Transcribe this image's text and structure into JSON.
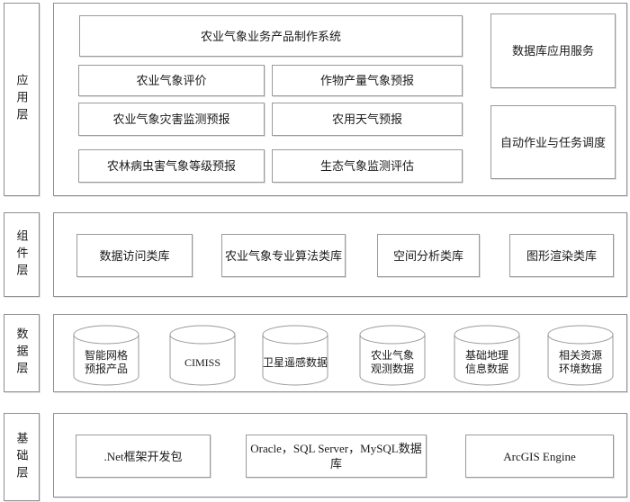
{
  "diagram": {
    "application_layer": {
      "label": "应用层",
      "title_box": "农业气象业务产品制作系统",
      "modules": [
        "农业气象评价",
        "作物产量气象预报",
        "农业气象灾害监测预报",
        "农用天气预报",
        "农林病虫害气象等级预报",
        "生态气象监测评估"
      ],
      "services": [
        "数据库应用服务",
        "自动作业与任务调度"
      ]
    },
    "component_layer": {
      "label": "组件层",
      "libraries": [
        "数据访问类库",
        "农业气象专业算法类库",
        "空间分析类库",
        "图形渲染类库"
      ]
    },
    "data_layer": {
      "label": "数据层",
      "databases": [
        {
          "lines": [
            "智能网格",
            "预报产品"
          ]
        },
        {
          "lines": [
            "CIMISS"
          ]
        },
        {
          "lines": [
            "卫星遥感数据"
          ]
        },
        {
          "lines": [
            "农业气象",
            "观测数据"
          ]
        },
        {
          "lines": [
            "基础地理",
            "信息数据"
          ]
        },
        {
          "lines": [
            "相关资源",
            "环境数据"
          ]
        }
      ]
    },
    "base_layer": {
      "label": "基础层",
      "platforms": [
        ".Net框架开发包",
        "Oracle，SQL Server，MySQL数据库",
        "ArcGIS Engine"
      ]
    },
    "colors": {
      "border": "#9a9a9a",
      "background": "#ffffff",
      "text": "#1a1a1a"
    }
  }
}
